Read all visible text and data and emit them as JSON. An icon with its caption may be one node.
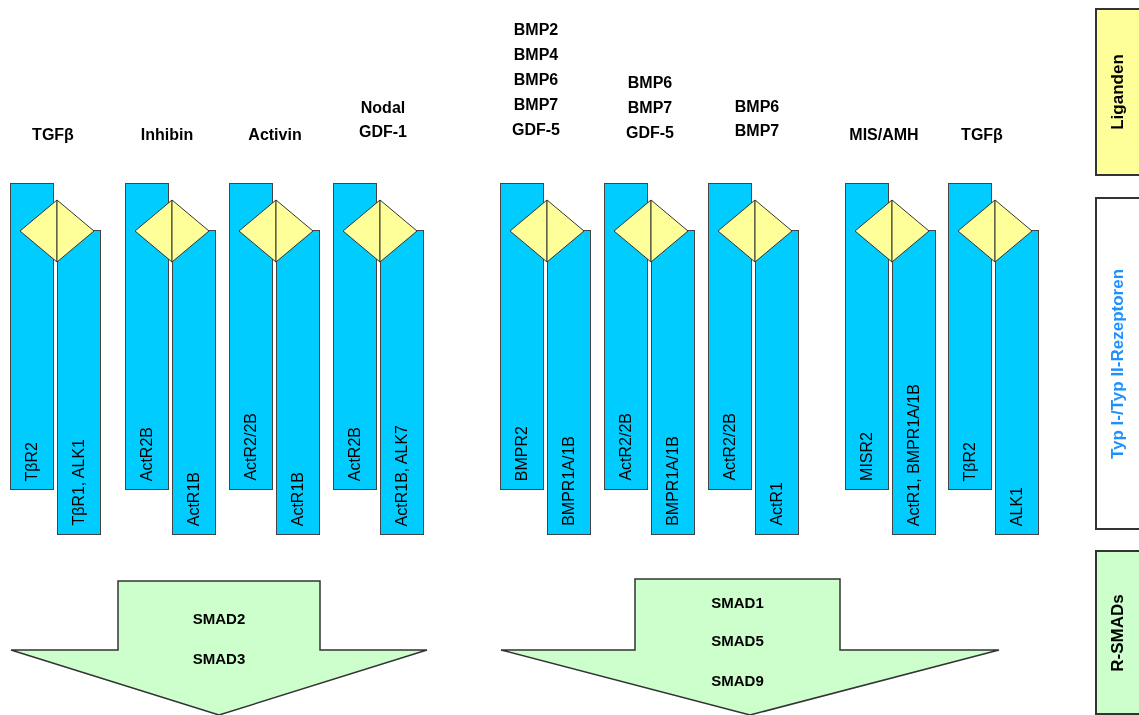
{
  "diagram": {
    "nodes": [
      {
        "text": [
          "TβR2"
        ]
      },
      {
        "text": [
          "TβR1, ALK1"
        ]
      },
      {
        "text": [
          "ActR2B"
        ]
      },
      {
        "text": [
          "ActR1B"
        ]
      },
      {
        "text": [
          "ActR2/2B"
        ]
      },
      {
        "text": [
          "ActR1B"
        ]
      },
      {
        "text": [
          "ActR2B"
        ]
      },
      {
        "text": [
          "ActR1B, ALK7"
        ]
      },
      {
        "text": [
          "BMPR2"
        ]
      },
      {
        "text": [
          "BMPR1A/1B"
        ]
      },
      {
        "text": [
          "ActR2/2B"
        ]
      },
      {
        "text": [
          "BMPR1A/1B"
        ]
      },
      {
        "text": [
          "ActR2/2B"
        ]
      },
      {
        "text": [
          "ActR1"
        ]
      },
      {
        "text": [
          "MISR2"
        ]
      },
      {
        "text": [
          "ActR1, BMPR1A/1B"
        ]
      },
      {
        "text": [
          "TβR2"
        ]
      },
      {
        "text": [
          "ALK1"
        ]
      },
      {
        "text": [
          "SMAD2",
          "SMAD3"
        ]
      },
      {
        "text": [
          "SMAD1",
          "SMAD5",
          "SMAD9"
        ]
      },
      {
        "text": [
          "Liganden"
        ]
      },
      {
        "text": [
          "Typ I-/Typ II-Rezeptoren"
        ]
      },
      {
        "text": [
          "R-SMADs"
        ]
      }
    ],
    "labels": [
      "TGFβ",
      "Inhibin",
      "Activin",
      "Nodal",
      "GDF-1",
      "BMP2",
      "BMP4",
      "BMP6",
      "BMP7",
      "GDF-5",
      "BMP6",
      "BMP7",
      "GDF-5",
      "BMP6",
      "BMP7",
      "MIS/AMH",
      "TGFβ"
    ]
  }
}
